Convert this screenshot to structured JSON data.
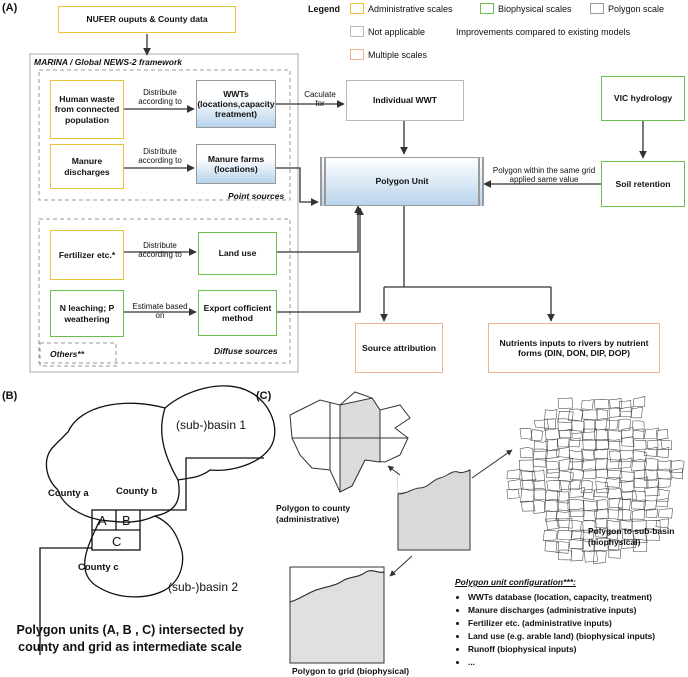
{
  "panels": {
    "a": "(A)",
    "b": "(B)",
    "c": "(C)"
  },
  "legend": {
    "title": "Legend",
    "administrative": "Administrative scales",
    "biophysical": "Biophysical scales",
    "polygon": "Polygon scale",
    "not_applicable": "Not applicable",
    "improvements": "Improvements compared to existing models",
    "multiple": "Multiple  scales"
  },
  "colors": {
    "administrative": "#e8c33a",
    "biophysical": "#6cbf4a",
    "polygon": "#9a9a9a",
    "multiple": "#f2b48c",
    "improvement": "#b9d4ec"
  },
  "panel_a": {
    "nufer": "NUFER ouputs & County data",
    "framework": "MARINA / Global NEWS-2 framework",
    "human_waste": "Human waste from connected population",
    "wwts": "WWTs (locations,capacity treatment)",
    "manure_discharges": "Manure discharges",
    "manure_farms": "Manure farms (locations)",
    "point_sources": "Point sources",
    "fertilizer": "Fertilizer etc.*",
    "land_use": "Land use",
    "n_leaching": "N leaching; P weathering",
    "export_coef": "Export cofficient method",
    "diffuse_sources": "Diffuse sources",
    "others": "Others**",
    "individual_wwt": "Individual WWT",
    "vic": "VIC hydrology",
    "polygon_unit": "Polygon Unit",
    "soil_retention": "Soil retention",
    "source_attribution": "Source attribution",
    "nutrient_inputs": "Nutrients inputs to rivers by nutrient forms (DIN, DON, DIP, DOP)",
    "distribute_1": "Distribute according to",
    "distribute_2": "Distribute according to",
    "distribute_3": "Distribute according to",
    "estimate": "Estimate based on",
    "calculate": "Caculate for",
    "polygon_grid": "Polygon within the same grid applied same value"
  },
  "panel_b": {
    "basin1": "(sub-)basin 1",
    "basin2": "(sub-)basin 2",
    "county_a": "County a",
    "county_b": "County b",
    "county_c": "County c",
    "unit_a": "A",
    "unit_b": "B",
    "unit_c": "C",
    "caption": "Polygon units (A, B , C) intersected by county and grid as intermediate scale"
  },
  "panel_c": {
    "county_label": "Polygon to county (administrative)",
    "subbasin_label": "Polygon to sub-basin (biophysical)",
    "grid_label": "Polygon to grid (biophysical)",
    "config_title": "Polygon unit configuration***:",
    "config_items": [
      "WWTs database (location, capacity, treatment)",
      "Manure discharges (administrative inputs)",
      "Fertilizer etc. (administrative inputs)",
      "Land use (e.g. arable land) (biophysical inputs)",
      "Runoff (biophysical inputs)",
      "..."
    ]
  }
}
